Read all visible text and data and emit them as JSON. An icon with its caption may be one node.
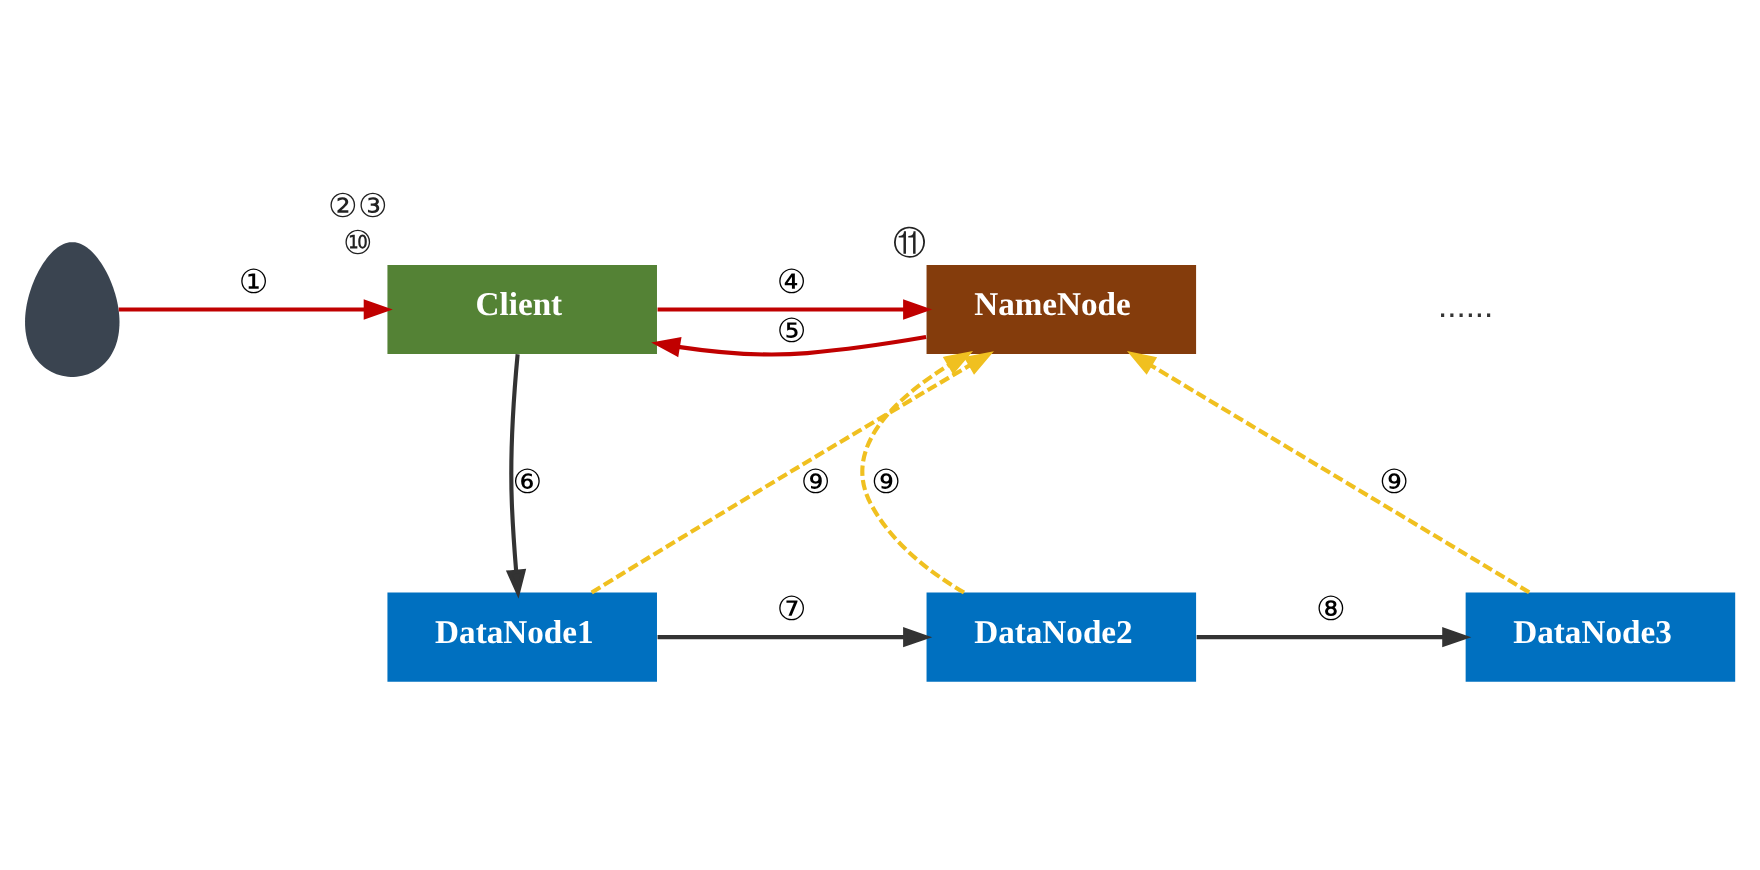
{
  "diagram": {
    "nodes": [
      {
        "text": [],
        "shape": "person"
      },
      {
        "text": [
          "Client"
        ],
        "beside": [
          "②③",
          "⑩"
        ]
      },
      {
        "text": [
          "NameNode"
        ],
        "beside": [
          "⑪"
        ]
      },
      {
        "text": [
          "DataNode1"
        ]
      },
      {
        "text": [
          "DataNode2"
        ]
      },
      {
        "text": [
          "DataNode3"
        ]
      }
    ],
    "edges": [
      {
        "from": 0,
        "to": 1,
        "arrow": "to",
        "label": "①",
        "color": "#c00000"
      },
      {
        "from": 1,
        "to": 2,
        "arrow": "to",
        "label": "④",
        "color": "#c00000"
      },
      {
        "from": 2,
        "to": 1,
        "arrow": "to",
        "label": "⑤",
        "color": "#c00000"
      },
      {
        "from": 1,
        "to": 3,
        "arrow": "to",
        "label": "⑥",
        "color": "#333333"
      },
      {
        "from": 3,
        "to": 4,
        "arrow": "to",
        "label": "⑦",
        "color": "#333333"
      },
      {
        "from": 4,
        "to": 5,
        "arrow": "to",
        "label": "⑧",
        "color": "#333333"
      },
      {
        "from": 3,
        "to": 2,
        "arrow": "to",
        "label": "⑨",
        "style": "dashed",
        "color": "#f0c020"
      },
      {
        "from": 4,
        "to": 2,
        "arrow": "to",
        "label": "⑨",
        "style": "dashed",
        "color": "#f0c020"
      },
      {
        "from": 5,
        "to": 2,
        "arrow": "to",
        "label": "⑨",
        "style": "dashed",
        "color": "#f0c020"
      }
    ],
    "labels": [
      "......"
    ]
  }
}
